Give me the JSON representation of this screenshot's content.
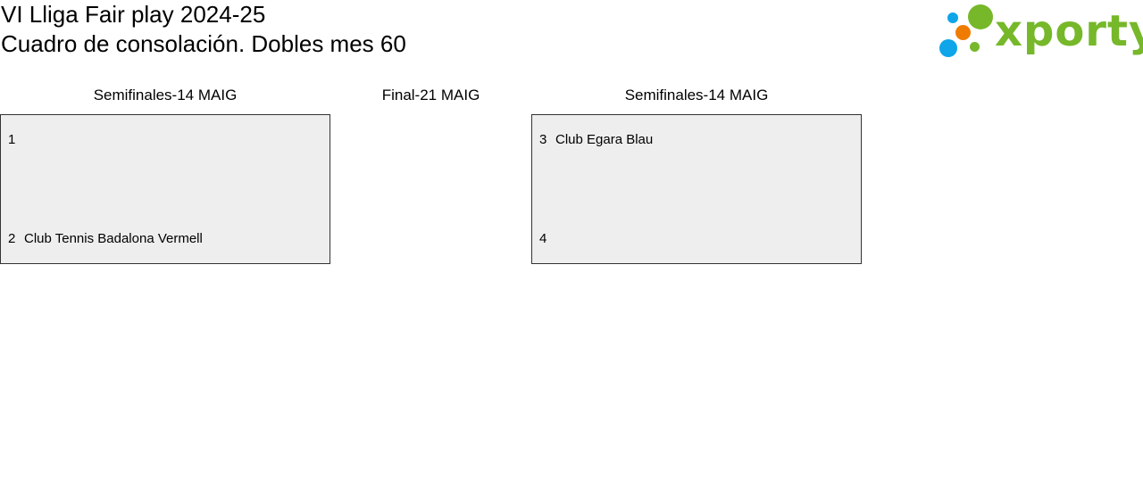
{
  "header": {
    "title_line1": "VI Lliga Fair play 2024-25",
    "title_line2": "Cuadro de consolación. Dobles mes 60"
  },
  "logo": {
    "text": "xporty",
    "colors": {
      "green": "#76b82a",
      "blue": "#0ea5e9",
      "orange": "#ef7c00"
    }
  },
  "rounds": {
    "left": "Semifinales-14 MAIG",
    "center": "Final-21 MAIG",
    "right": "Semifinales-14 MAIG"
  },
  "matches": {
    "left": {
      "top": {
        "seed": "1",
        "team": ""
      },
      "bottom": {
        "seed": "2",
        "team": "Club Tennis Badalona Vermell"
      }
    },
    "right": {
      "top": {
        "seed": "3",
        "team": "Club Egara Blau"
      },
      "bottom": {
        "seed": "4",
        "team": ""
      }
    }
  },
  "colors": {
    "box_background": "#eeeeee",
    "box_border": "#333333"
  }
}
